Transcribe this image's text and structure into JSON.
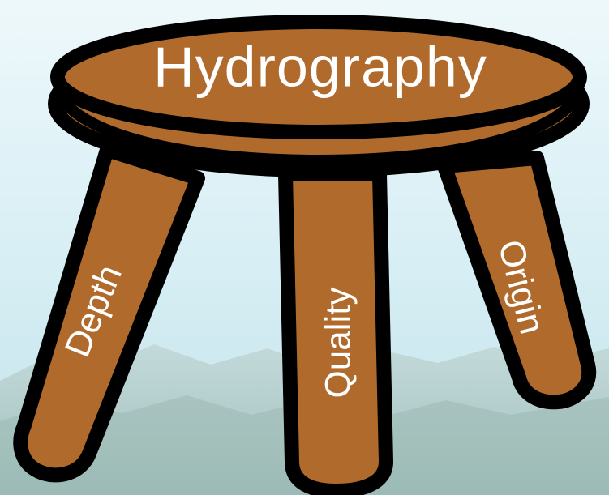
{
  "diagram": {
    "seat_label": "Hydrography",
    "legs": [
      {
        "label": "Depth"
      },
      {
        "label": "Quality"
      },
      {
        "label": "Origin"
      }
    ]
  },
  "colors": {
    "wood": "#b06b2c",
    "outline": "#000000",
    "text": "#ffffff",
    "sky_top": "#dff1f6",
    "sky_bottom": "#c7e7ee",
    "hills": "#9fb8b1"
  }
}
